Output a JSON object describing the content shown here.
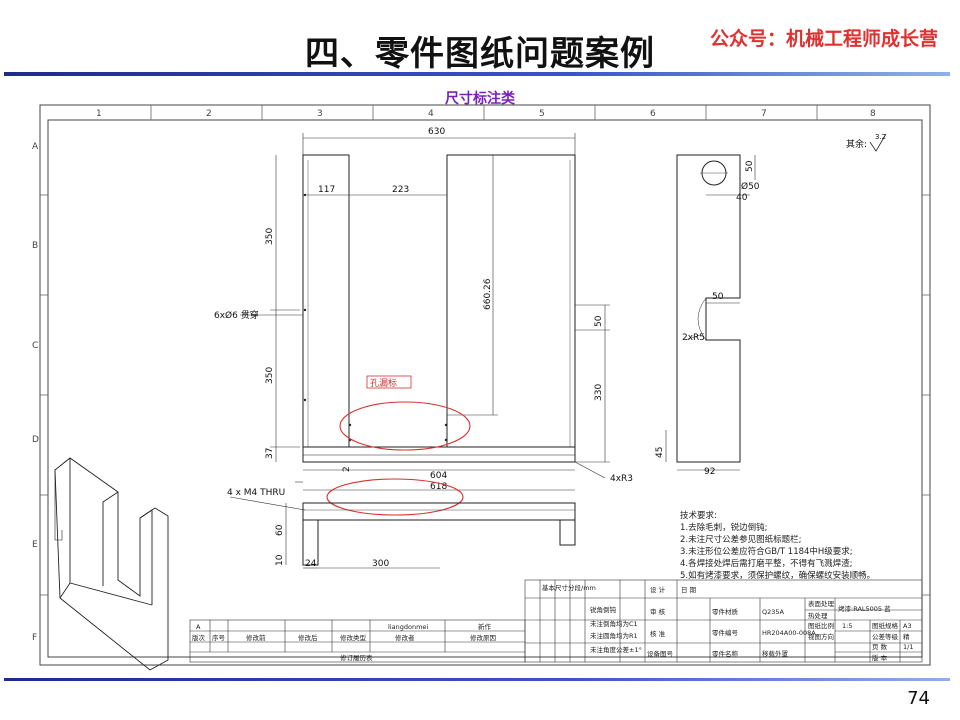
{
  "header": {
    "title": "四、零件图纸问题案例",
    "brand": "公众号：机械工程师成长营",
    "subtitle": "尺寸标注类"
  },
  "footer": {
    "page_number": "74"
  },
  "colors": {
    "accent_blue": "#1e2a8c",
    "brand_red": "#e03030",
    "subtitle_purple": "#7a1fb8",
    "annotation_red": "#d83030"
  },
  "drawing": {
    "grid_cols": [
      "1",
      "2",
      "3",
      "4",
      "5",
      "6",
      "7",
      "8"
    ],
    "grid_rows": [
      "A",
      "B",
      "C",
      "D",
      "E",
      "F"
    ],
    "dims": {
      "d630": "630",
      "d117": "117",
      "d223": "223",
      "d350a": "350",
      "d350b": "350",
      "d66026": "660.26",
      "d37": "37",
      "d2": "2",
      "d604": "604",
      "d618": "618",
      "d50a": "50",
      "d330": "330",
      "d4xR3": "4xR3",
      "hole6": "6xØ6 贯穿",
      "m4": "4 x M4 THRU",
      "d60": "60",
      "d10": "10",
      "d24": "24",
      "d300": "300",
      "s50": "50",
      "s50b": "50",
      "sdia": "Ø50",
      "s40": "40",
      "s2xR5": "2xR5",
      "s45": "45",
      "s92": "92",
      "rough": "其余:",
      "rough_val": "3.2"
    },
    "annotation": "孔漏标",
    "tech": {
      "heading": "技术要求:",
      "lines": [
        "1.去除毛刺，锐边倒钝;",
        "2.未注尺寸公差参见图纸标题栏;",
        "3.未注形位公差应符合GB/T 1184中H级要求;",
        "4.各焊接处焊后需打磨平整，不得有飞溅焊渣;",
        "5.如有烤漆要求，须保护螺纹，确保螺纹安装顺畅。"
      ]
    },
    "titleblock": {
      "material_label": "零件材质",
      "material": "Q235A",
      "surface_label": "表面处理",
      "surface": "烤漆:RAL5005 蓝",
      "heat_label": "热处理",
      "number_label": "零件编号",
      "number": "HR204A00-008A",
      "name_label": "零件名称",
      "name": "移载外罩",
      "scale_label": "图纸比例",
      "scale": "1:5",
      "size_label": "图纸规格",
      "size": "A3",
      "view_label": "视图方向",
      "grade_label": "公差等级",
      "grade": "精",
      "pages_label": "页 数",
      "pages": "1/1",
      "version_label": "版 本",
      "design": "设 计",
      "date": "日 期",
      "review": "审 核",
      "approve": "核 准",
      "device": "设备图号",
      "tol_header": "基本尺寸分段/mm",
      "notes1": "锐角倒钝",
      "notes2": "未注倒角均为C1",
      "notes3": "未注圆角均为R1",
      "notes4": "未注角度公差±1°",
      "rev_a": "A",
      "rev_ver": "版次",
      "rev_seq": "序号",
      "rev_before": "修改前",
      "rev_after": "修改后",
      "rev_type": "修改类型",
      "rev_by": "修改者",
      "rev_reason": "修改原因",
      "rev_new": "新作",
      "rev_table": "修订履历表",
      "rev_user": "liangdonmei"
    }
  }
}
